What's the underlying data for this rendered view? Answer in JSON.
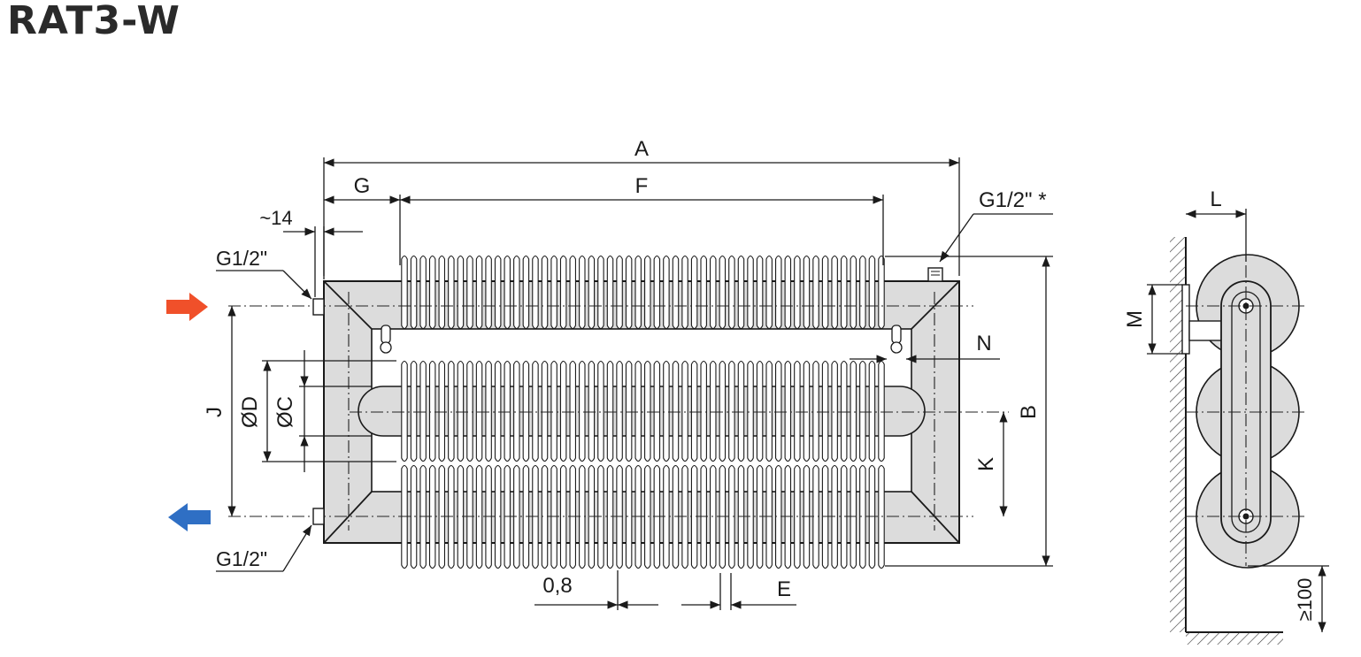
{
  "title": "RAT3-W",
  "labels": {
    "A": "A",
    "G": "G",
    "F": "F",
    "approx14": "~14",
    "g_top_right": "G1/2\" *",
    "g_inlet": "G1/2\"",
    "g_outlet": "G1/2\"",
    "N": "N",
    "B": "B",
    "J": "J",
    "D": "ØD",
    "C": "ØC",
    "K": "K",
    "fin_thickness": "0,8",
    "E": "E",
    "L": "L",
    "M": "M",
    "floor_gap": "≥100"
  },
  "colors": {
    "inlet_arrow": "#f0502a",
    "outlet_arrow": "#2f6fc4",
    "fill_gray": "#dcdcdc",
    "line": "#1a1a1a"
  },
  "icons": {
    "inlet": "arrow-right-icon",
    "outlet": "arrow-left-icon"
  }
}
